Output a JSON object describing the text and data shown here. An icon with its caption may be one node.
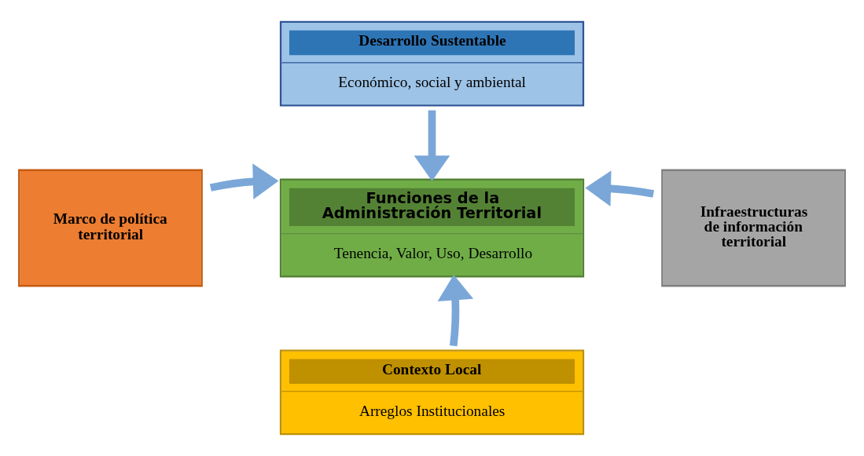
{
  "diagram": {
    "nodes": [
      {
        "text": [
          "Desarrollo Sustentable",
          "Económico, social y ambiental"
        ]
      },
      {
        "text": [
          "Marco de política territorial"
        ]
      },
      {
        "text": [
          "Funciones de la Administración Territorial",
          "Tenencia, Valor, Uso, Desarrollo"
        ]
      },
      {
        "text": [
          "Infraestructuras de información territorial"
        ]
      },
      {
        "text": [
          "Contexto Local",
          "Arreglos Institucionales"
        ]
      }
    ],
    "edges": [
      {
        "from": 0,
        "to": 2,
        "arrow": "to"
      },
      {
        "from": 1,
        "to": 2,
        "arrow": "to"
      },
      {
        "from": 3,
        "to": 2,
        "arrow": "to"
      },
      {
        "from": 4,
        "to": 2,
        "arrow": "to"
      }
    ]
  }
}
